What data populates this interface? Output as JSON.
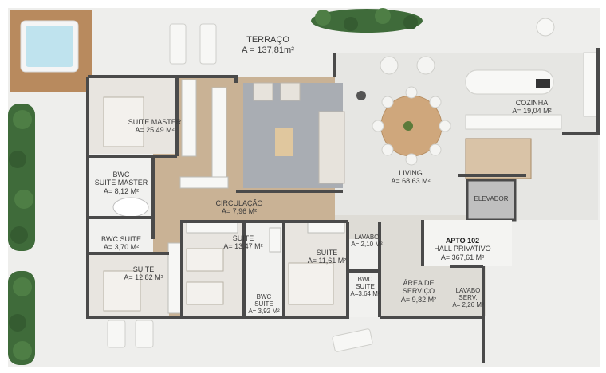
{
  "rooms": {
    "terraco": {
      "name": "TERRAÇO",
      "area": "A = 137,81m²"
    },
    "suite_master": {
      "name": "SUITE MASTER",
      "area": "A= 25,49 M²"
    },
    "bwc_suite_master": {
      "name1": "BWC",
      "name2": "SUITE MASTER",
      "area": "A= 8,12 M²"
    },
    "circulacao": {
      "name": "CIRCULAÇÃO",
      "area": "A= 7,96 M²"
    },
    "bwc_suite": {
      "name": "BWC SUITE",
      "area": "A= 3,70 M²"
    },
    "suite_1": {
      "name": "SUITE",
      "area": "A= 12,82 M²"
    },
    "suite_2": {
      "name": "SUITE",
      "area": "A= 13,47 M²"
    },
    "bwc_suite_2": {
      "name1": "BWC",
      "name2": "SUITE",
      "area": "A= 3,92 M²"
    },
    "suite_3": {
      "name": "SUITE",
      "area": "A= 11,61 M²"
    },
    "lavabo": {
      "name": "LAVABO",
      "area": "A= 2,10 M²"
    },
    "bwc_suite_3": {
      "name1": "BWC",
      "name2": "SUITE",
      "area": "A=3,64 M²"
    },
    "living": {
      "name": "LIVING",
      "area": "A= 68,63 M²"
    },
    "cozinha": {
      "name": "COZINHA",
      "area": "A= 19,04 M²"
    },
    "elevador": {
      "name": "ELEVADOR"
    },
    "hall": {
      "title": "APTO 102",
      "name": "HALL PRIVATIVO",
      "area": "A= 367,61 M²"
    },
    "area_servico": {
      "name1": "ÁREA DE",
      "name2": "SERVIÇO",
      "area": "A= 9,82 M²"
    },
    "lavabo_serv": {
      "name1": "LAVABO",
      "name2": "SERV.",
      "area": "A= 2,26 M²"
    }
  },
  "colors": {
    "wall": "#4a4a4a",
    "floor_wood": "#c9b295",
    "terrace": "#e6e6e3",
    "lawn": "#f2f2f0",
    "greenery": "#3f6b3a",
    "pool": "#bfe3ee",
    "deck": "#b88a5e",
    "rug": "#a9adb3"
  }
}
